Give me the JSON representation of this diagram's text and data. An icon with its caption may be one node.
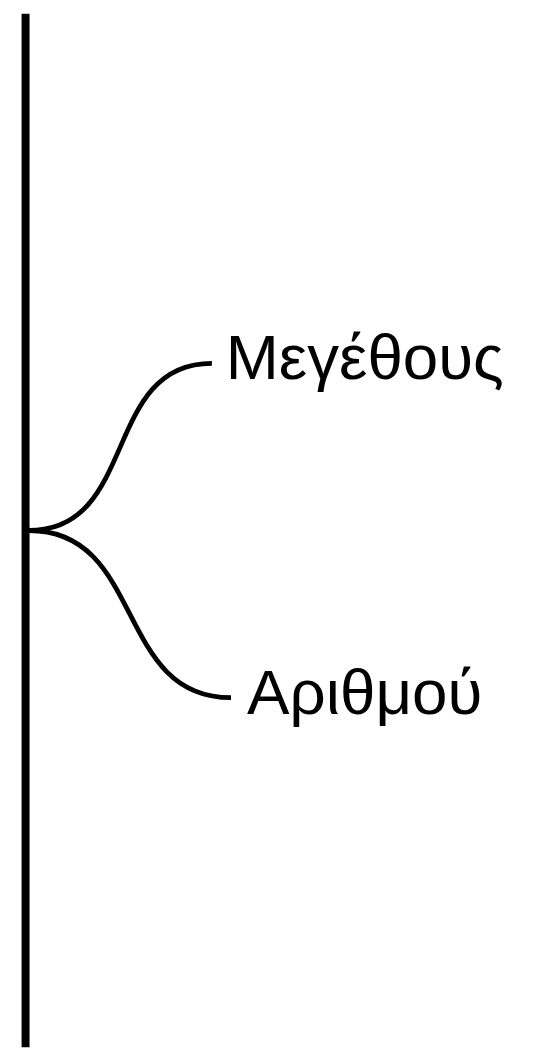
{
  "diagram": {
    "nodes": [
      {
        "text": [],
        "shape": "bar"
      },
      {
        "text": [
          "Μεγέθους"
        ]
      },
      {
        "text": [
          "Αριθμού"
        ]
      }
    ],
    "edges": [
      {
        "from": 0,
        "to": 1,
        "arrow": "none"
      },
      {
        "from": 0,
        "to": 2,
        "arrow": "none"
      }
    ]
  }
}
